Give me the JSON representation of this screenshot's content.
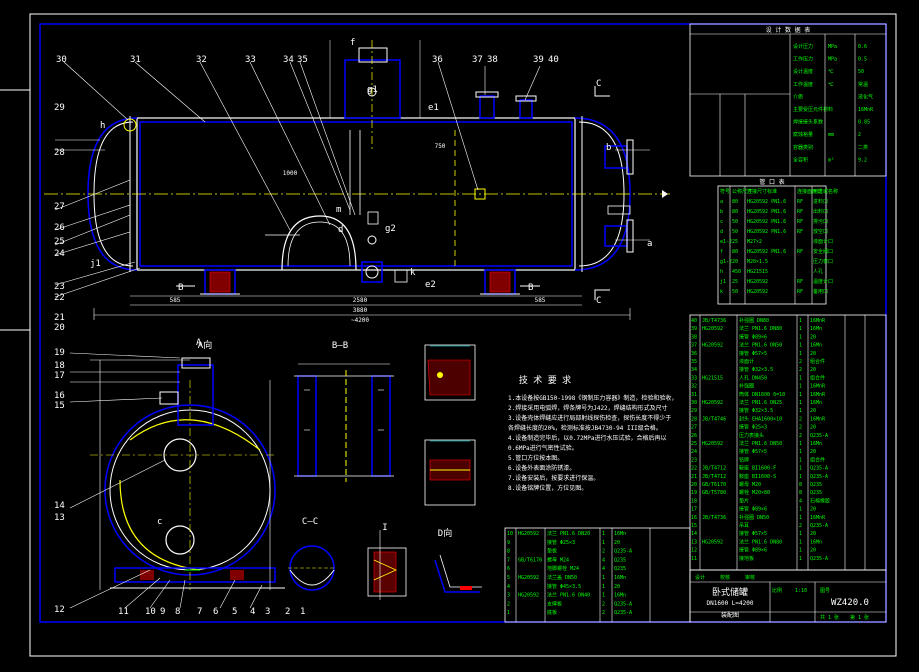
{
  "drawing": {
    "title_block": {
      "title_name": "卧式储罐",
      "spec": "DN1600  L=4200",
      "sheet_name": "装配图",
      "drawing_no": "WZ420.0"
    },
    "section_labels": {
      "b_b": "B—B",
      "c_c": "C—C",
      "a_view": "A向",
      "i_detail": "I",
      "d_view": "D向",
      "tech_req": "技 术 要 求"
    },
    "tech_notes": [
      "1.本设备按GB150-1998《钢制压力容器》制造，检验和验收，",
      "2.焊接采用电弧焊，焊条牌号为J422，焊缝结构形式及尺寸",
      "3.设备壳体焊缝应进行局部射线探伤检查，探伤长度不得少于",
      "   各焊缝长度的20%，检测标准按JB4730-94 III级合格。",
      "4.设备制造完毕后，以0.72MPa进行水压试验，合格后再以",
      "   0.6MPa进行气密性试验。",
      "5.管口方位按本图。",
      "6.设备外表面涂防锈漆。",
      "7.设备安装后，按要求进行保温。",
      "8.设备铭牌位置，方位见图。"
    ],
    "callouts_top": [
      "30",
      "31",
      "32",
      "33",
      "34",
      "35",
      "36",
      "37",
      "38",
      "39",
      "40"
    ],
    "callouts_left": [
      "29",
      "28",
      "27",
      "26",
      "25",
      "24",
      "23",
      "22",
      "21",
      "20",
      "19",
      "18",
      "17",
      "16",
      "15",
      "14",
      "13",
      "12"
    ],
    "callouts_bottom": [
      "11",
      "10",
      "9",
      "8",
      "7",
      "6",
      "5",
      "4",
      "3",
      "2",
      "1"
    ],
    "nozzle_letters": [
      "b",
      "c",
      "d",
      "e1",
      "e2",
      "f",
      "g1",
      "g2",
      "h",
      "j1",
      "k",
      "m",
      "a"
    ],
    "view_arrows": [
      "C",
      "C",
      "B",
      "B",
      "A"
    ],
    "dimensions": {
      "overall": "~4200",
      "tangent": "3880",
      "support": "2580",
      "left_off": "585",
      "right_off": "585",
      "dim_750": "750",
      "dim_1000": "1000"
    },
    "nozzle_table": {
      "title": "管 口 表",
      "headers": [
        "符号",
        "公称尺寸",
        "连接尺寸标准",
        "连接面形式",
        "用途或名称"
      ],
      "rows": [
        [
          "a",
          "80",
          "HG20592 PN1.6",
          "RF",
          "进料口"
        ],
        [
          "b",
          "80",
          "HG20592 PN1.6",
          "RF",
          "出料口"
        ],
        [
          "c",
          "50",
          "HG20592 PN1.6",
          "RF",
          "排污口"
        ],
        [
          "d",
          "50",
          "HG20592 PN1.6",
          "RF",
          "放空口"
        ],
        [
          "e1-2",
          "25",
          "M27×2",
          "",
          "液面计口"
        ],
        [
          "f",
          "80",
          "HG20592 PN1.6",
          "RF",
          "安全阀口"
        ],
        [
          "g1-2",
          "20",
          "M20×1.5",
          "",
          "压力表口"
        ],
        [
          "h",
          "450",
          "HG21515",
          "",
          "人孔"
        ],
        [
          "j1",
          "25",
          "HG20592",
          "RF",
          "温度计口"
        ],
        [
          "k",
          "50",
          "HG20592",
          "RF",
          "备用口"
        ]
      ]
    },
    "design_table": {
      "title": "设 计 数 据 表",
      "rows": [
        [
          "设计压力",
          "MPa",
          "0.6"
        ],
        [
          "工作压力",
          "MPa",
          "0.5"
        ],
        [
          "设计温度",
          "℃",
          "50"
        ],
        [
          "工作温度",
          "℃",
          "常温"
        ],
        [
          "介质",
          "",
          "液化气"
        ],
        [
          "主要受压元件材料",
          "",
          "16MnR"
        ],
        [
          "焊接接头系数",
          "",
          "0.85"
        ],
        [
          "腐蚀裕量",
          "mm",
          "2"
        ],
        [
          "容器类别",
          "",
          "二类"
        ],
        [
          "全容积",
          "m³",
          "9.2"
        ]
      ]
    },
    "parts_table": {
      "rows": [
        [
          "40",
          "JB/T4736",
          "补强圈 DN80",
          "1",
          "16MnR"
        ],
        [
          "39",
          "HG20592",
          "法兰 PN1.6 DN80",
          "1",
          "16Mn"
        ],
        [
          "38",
          "",
          "接管 Φ89×6",
          "1",
          "20"
        ],
        [
          "37",
          "HG20592",
          "法兰 PN1.6 DN50",
          "1",
          "16Mn"
        ],
        [
          "36",
          "",
          "接管 Φ57×5",
          "1",
          "20"
        ],
        [
          "35",
          "",
          "液面计",
          "2",
          "组合件"
        ],
        [
          "34",
          "",
          "接管 Φ32×3.5",
          "2",
          "20"
        ],
        [
          "33",
          "HG21515",
          "人孔 DN450",
          "1",
          "组合件"
        ],
        [
          "32",
          "",
          "补强圈",
          "1",
          "16MnR"
        ],
        [
          "31",
          "",
          "筒体 DN1600 δ=10",
          "1",
          "16MnR"
        ],
        [
          "30",
          "HG20592",
          "法兰 PN1.6 DN25",
          "1",
          "16Mn"
        ],
        [
          "29",
          "",
          "接管 Φ32×3.5",
          "1",
          "20"
        ],
        [
          "28",
          "JB/T4746",
          "封头 EHA1600×10",
          "2",
          "16MnR"
        ],
        [
          "27",
          "",
          "接管 Φ25×3",
          "2",
          "20"
        ],
        [
          "26",
          "",
          "压力表接头",
          "2",
          "Q235-A"
        ],
        [
          "25",
          "HG20592",
          "法兰 PN1.6 DN50",
          "1",
          "16Mn"
        ],
        [
          "24",
          "",
          "接管 Φ57×5",
          "1",
          "20"
        ],
        [
          "23",
          "",
          "铭牌",
          "1",
          "组合件"
        ],
        [
          "22",
          "JB/T4712",
          "鞍座 BI1600-F",
          "1",
          "Q235-A"
        ],
        [
          "21",
          "JB/T4712",
          "鞍座 BI1600-S",
          "1",
          "Q235-A"
        ],
        [
          "20",
          "GB/T6170",
          "螺母 M20",
          "8",
          "Q235"
        ],
        [
          "19",
          "GB/T5780",
          "螺栓 M20×80",
          "8",
          "Q235"
        ],
        [
          "18",
          "",
          "垫片",
          "4",
          "石棉橡胶"
        ],
        [
          "17",
          "",
          "接管 Φ89×6",
          "1",
          "20"
        ],
        [
          "16",
          "JB/T4736",
          "补强圈 DN50",
          "1",
          "16MnR"
        ],
        [
          "15",
          "",
          "吊耳",
          "2",
          "Q235-A"
        ],
        [
          "14",
          "",
          "接管 Φ57×5",
          "1",
          "20"
        ],
        [
          "13",
          "HG20592",
          "法兰 PN1.6 DN80",
          "1",
          "16Mn"
        ],
        [
          "12",
          "",
          "接管 Φ89×6",
          "1",
          "20"
        ],
        [
          "11",
          "",
          "接地板",
          "1",
          "Q235-A"
        ]
      ]
    },
    "lower_parts_table": {
      "rows": [
        [
          "10",
          "HG20592",
          "法兰 PN1.6 DN20",
          "1",
          "16Mn"
        ],
        [
          "9",
          "",
          "接管 Φ25×3",
          "1",
          "20"
        ],
        [
          "8",
          "",
          "垫板",
          "2",
          "Q235-A"
        ],
        [
          "7",
          "GB/T6170",
          "螺母 M24",
          "4",
          "Q235"
        ],
        [
          "6",
          "",
          "地脚螺栓 M24",
          "4",
          "Q235"
        ],
        [
          "5",
          "HG20592",
          "法兰盖 DN50",
          "1",
          "16Mn"
        ],
        [
          "4",
          "",
          "接管 Φ45×3.5",
          "1",
          "20"
        ],
        [
          "3",
          "HG20592",
          "法兰 PN1.6 DN40",
          "1",
          "16Mn"
        ],
        [
          "2",
          "",
          "支撑板",
          "2",
          "Q235-A"
        ],
        [
          "1",
          "",
          "底板",
          "2",
          "Q235-A"
        ]
      ]
    },
    "title_block_labels": [
      "设计",
      "校核",
      "审核",
      "比例",
      "1:10",
      "共 1 张",
      "第 1 张",
      "图号"
    ]
  }
}
